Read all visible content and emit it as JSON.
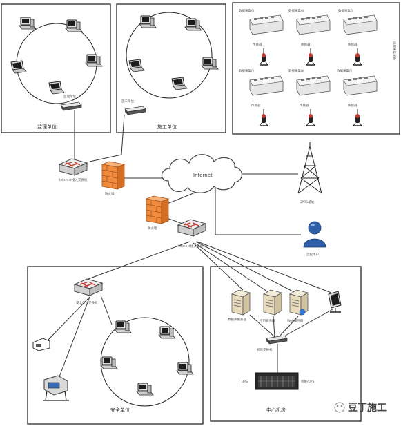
{
  "boxes": {
    "monitor_unit": {
      "title": "监理单位",
      "switch_label": "监理单位"
    },
    "construction_unit": {
      "title": "施工单位",
      "switch_label": "施工单位"
    },
    "remote_collection": {
      "side_label": "远程采集设备",
      "top_labels": [
        "数据采集仪",
        "数据采集仪",
        "数据采集仪",
        "数据采集仪",
        "数据采集仪",
        "数据采集仪"
      ],
      "sensor_labels": [
        "传感器",
        "传感器",
        "传感器",
        "传感器",
        "传感器",
        "传感器"
      ]
    },
    "safety_unit": {
      "title": "安全单位",
      "switch_label": "安全单位交换机"
    },
    "center_room": {
      "title": "中心机房",
      "server_labels": [
        "数据库服务器",
        "应用服务器",
        "Web服务器"
      ],
      "switch_label": "机房交换机",
      "ups_left": "UPS",
      "ups_label": "机柜/UPS"
    }
  },
  "network": {
    "internet_label": "Internet",
    "router_label": "Internet接入交换机",
    "firewall1_label": "防火墙",
    "firewall2_label": "防火墙",
    "core_switch_label": "Internet接入交换机",
    "tower_label": "GPRS基站",
    "user_label": "远程用户"
  },
  "watermark": {
    "text": "豆丁施工"
  },
  "colors": {
    "firewall": "#f08a3c",
    "user": "#2f5fa8",
    "line": "#333333",
    "box_border": "#444444"
  }
}
